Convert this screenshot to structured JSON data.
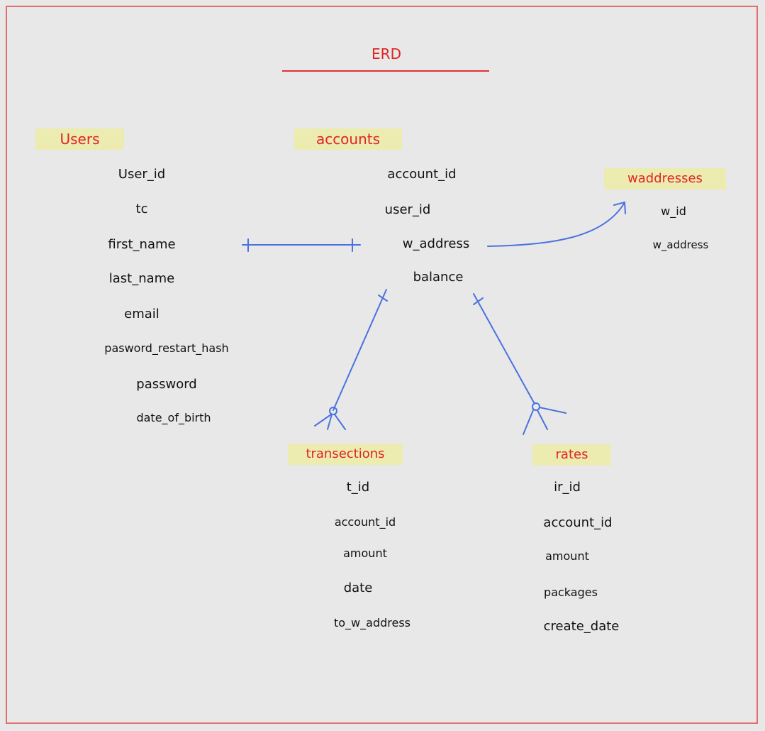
{
  "title": "ERD",
  "entities": {
    "users": {
      "name": "Users",
      "fields": [
        "User_id",
        "tc",
        "first_name",
        "last_name",
        "email",
        "pasword_restart_hash",
        "password",
        "date_of_birth"
      ]
    },
    "accounts": {
      "name": "accounts",
      "fields": [
        "account_id",
        "user_id",
        "w_address",
        "balance"
      ]
    },
    "waddresses": {
      "name": "waddresses",
      "fields": [
        "w_id",
        "w_address"
      ]
    },
    "transections": {
      "name": "transections",
      "fields": [
        "t_id",
        "account_id",
        "amount",
        "date",
        "to_w_address"
      ]
    },
    "rates": {
      "name": "rates",
      "fields": [
        "ir_id",
        "account_id",
        "amount",
        "packages",
        "create_date"
      ]
    }
  },
  "relationships": [
    {
      "from": "users.first_name",
      "to": "accounts.w_address",
      "type": "one-to-one"
    },
    {
      "from": "accounts.w_address",
      "to": "waddresses",
      "type": "arrow"
    },
    {
      "from": "accounts",
      "to": "transections",
      "type": "one-to-zero-or-many"
    },
    {
      "from": "accounts",
      "to": "rates",
      "type": "one-to-zero-or-many"
    }
  ],
  "colors": {
    "header_bg": "#ecebb0",
    "header_text": "#e02424",
    "frame": "#e07070",
    "relation_line": "#4a72e0",
    "field_text": "#111111"
  }
}
